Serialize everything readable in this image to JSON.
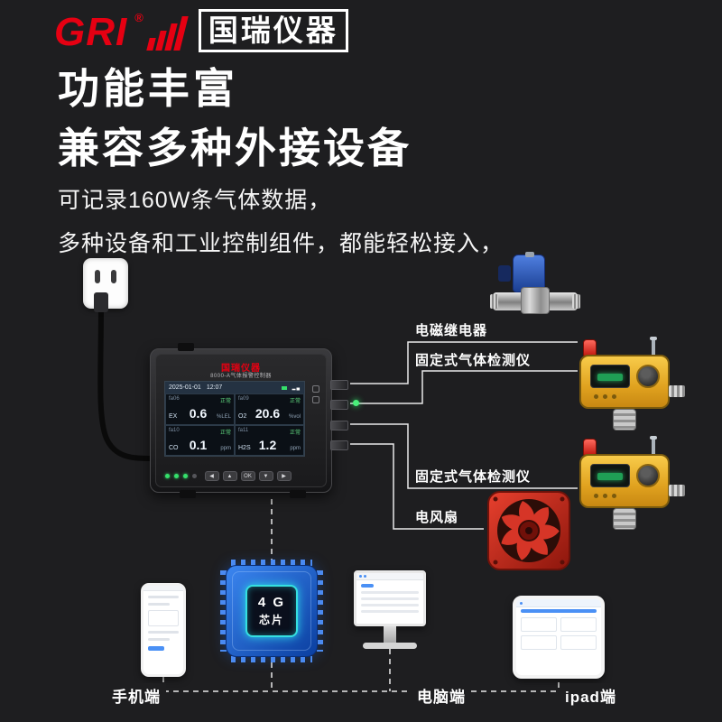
{
  "colors": {
    "accent": "#e60012",
    "background": "#1e1e20",
    "chip_blue": "#2a6fe0",
    "led_green": "#35e06b"
  },
  "logo": {
    "brand": "GRI",
    "reg": "®",
    "brand_cn": "国瑞仪器"
  },
  "headings": {
    "h1": "功能丰富",
    "h2": "兼容多种外接设备"
  },
  "intro": {
    "line1": "可记录160W条气体数据，",
    "line2": "多种设备和工业控制组件，都能轻松接入，"
  },
  "device": {
    "brand": "国瑞仪器",
    "model": "8000-A气体报警控制器",
    "date": "2025-01-01",
    "time": "12:07",
    "channels": [
      {
        "id": "fa06",
        "status": "正常",
        "gas": "EX",
        "value": "0.6",
        "unit": "%LEL"
      },
      {
        "id": "fa09",
        "status": "正常",
        "gas": "O2",
        "value": "20.6",
        "unit": "%vol"
      },
      {
        "id": "fa10",
        "status": "正常",
        "gas": "CO",
        "value": "0.1",
        "unit": "ppm"
      },
      {
        "id": "fa11",
        "status": "正常",
        "gas": "H2S",
        "value": "1.2",
        "unit": "ppm"
      }
    ],
    "keys": [
      "◀",
      "▲",
      "OK",
      "▼",
      "▶"
    ]
  },
  "peripherals": {
    "relay": "电磁继电器",
    "detector1": "固定式气体检测仪",
    "detector2": "固定式气体检测仪",
    "fan": "电风扇"
  },
  "chip": {
    "line1": "4 G",
    "line2": "芯片"
  },
  "endpoints": {
    "phone": "手机端",
    "pc": "电脑端",
    "pad": "ipad端"
  }
}
